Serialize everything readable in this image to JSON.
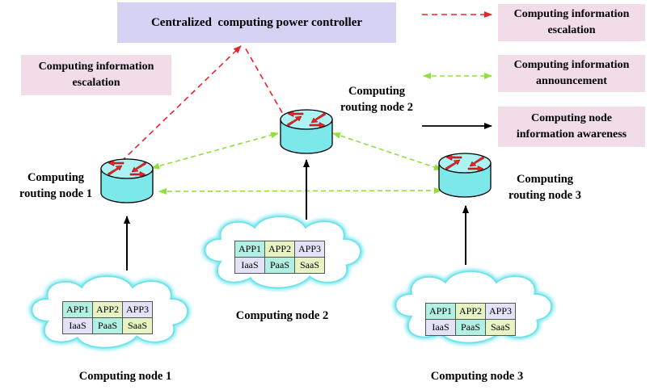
{
  "controller": {
    "title": "Centralized  computing power controller",
    "fill": "#d6d2f4"
  },
  "legend": [
    {
      "line1": "Computing information",
      "line2": "escalation",
      "style": "red-dashed"
    },
    {
      "line1": "Computing information",
      "line2": "announcement",
      "style": "green-dashed"
    },
    {
      "line1": "Computing node",
      "line2": "information awareness",
      "style": "black-solid"
    }
  ],
  "escalation_note": {
    "line1": "Computing information",
    "line2": "escalation"
  },
  "routers": [
    {
      "line1": "Computing",
      "line2": "routing node 1"
    },
    {
      "line1": "Computing",
      "line2": "routing node 2"
    },
    {
      "line1": "Computing",
      "line2": "routing node 3"
    }
  ],
  "nodes": [
    {
      "label": "Computing node 1"
    },
    {
      "label": "Computing node 2"
    },
    {
      "label": "Computing node 3"
    }
  ],
  "services": {
    "row1": [
      "APP1",
      "APP2",
      "APP3"
    ],
    "row2": [
      "IaaS",
      "PaaS",
      "SaaS"
    ]
  },
  "colors": {
    "red": "#e8242a",
    "green": "#8fe03a",
    "pink": "#f2dce7",
    "cloud_glow": "#7ee8f0",
    "router_fill": "#7de8ea"
  }
}
